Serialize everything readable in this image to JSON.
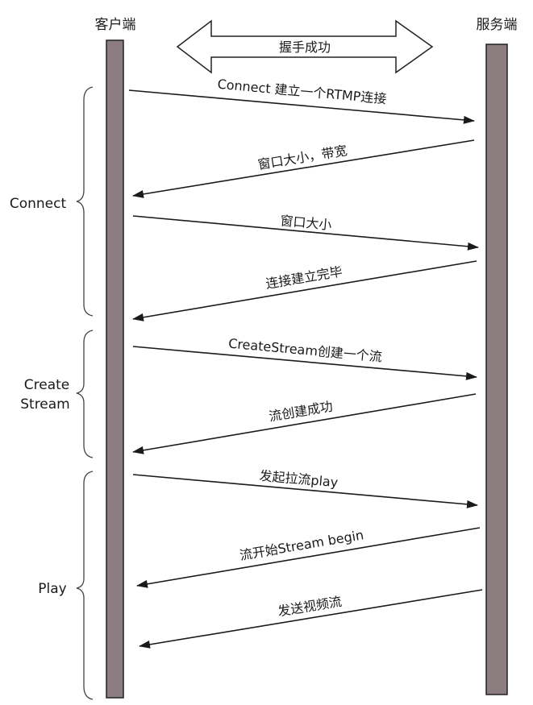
{
  "client_label": "客户端",
  "server_label": "服务端",
  "handshake_label": "握手成功",
  "colors": {
    "lifeline_fill": "#8b7d80",
    "lifeline_stroke": "#222222",
    "arrow": "#1a1a1a",
    "text": "#1a1a1a"
  },
  "phases": [
    {
      "label_lines": [
        "Connect"
      ]
    },
    {
      "label_lines": [
        "Create",
        "Stream"
      ]
    },
    {
      "label_lines": [
        "Play"
      ]
    }
  ],
  "messages": [
    {
      "text": "Connect 建立一个RTMP连接",
      "direction": "to-server"
    },
    {
      "text": "窗口大小，带宽",
      "direction": "to-client"
    },
    {
      "text": "窗口大小",
      "direction": "to-server"
    },
    {
      "text": "连接建立完毕",
      "direction": "to-client"
    },
    {
      "text": "CreateStream创建一个流",
      "direction": "to-server"
    },
    {
      "text": "流创建成功",
      "direction": "to-client"
    },
    {
      "text": "发起拉流play",
      "direction": "to-server"
    },
    {
      "text": "流开始Stream begin",
      "direction": "to-client"
    },
    {
      "text": "发送视频流",
      "direction": "to-client"
    }
  ]
}
